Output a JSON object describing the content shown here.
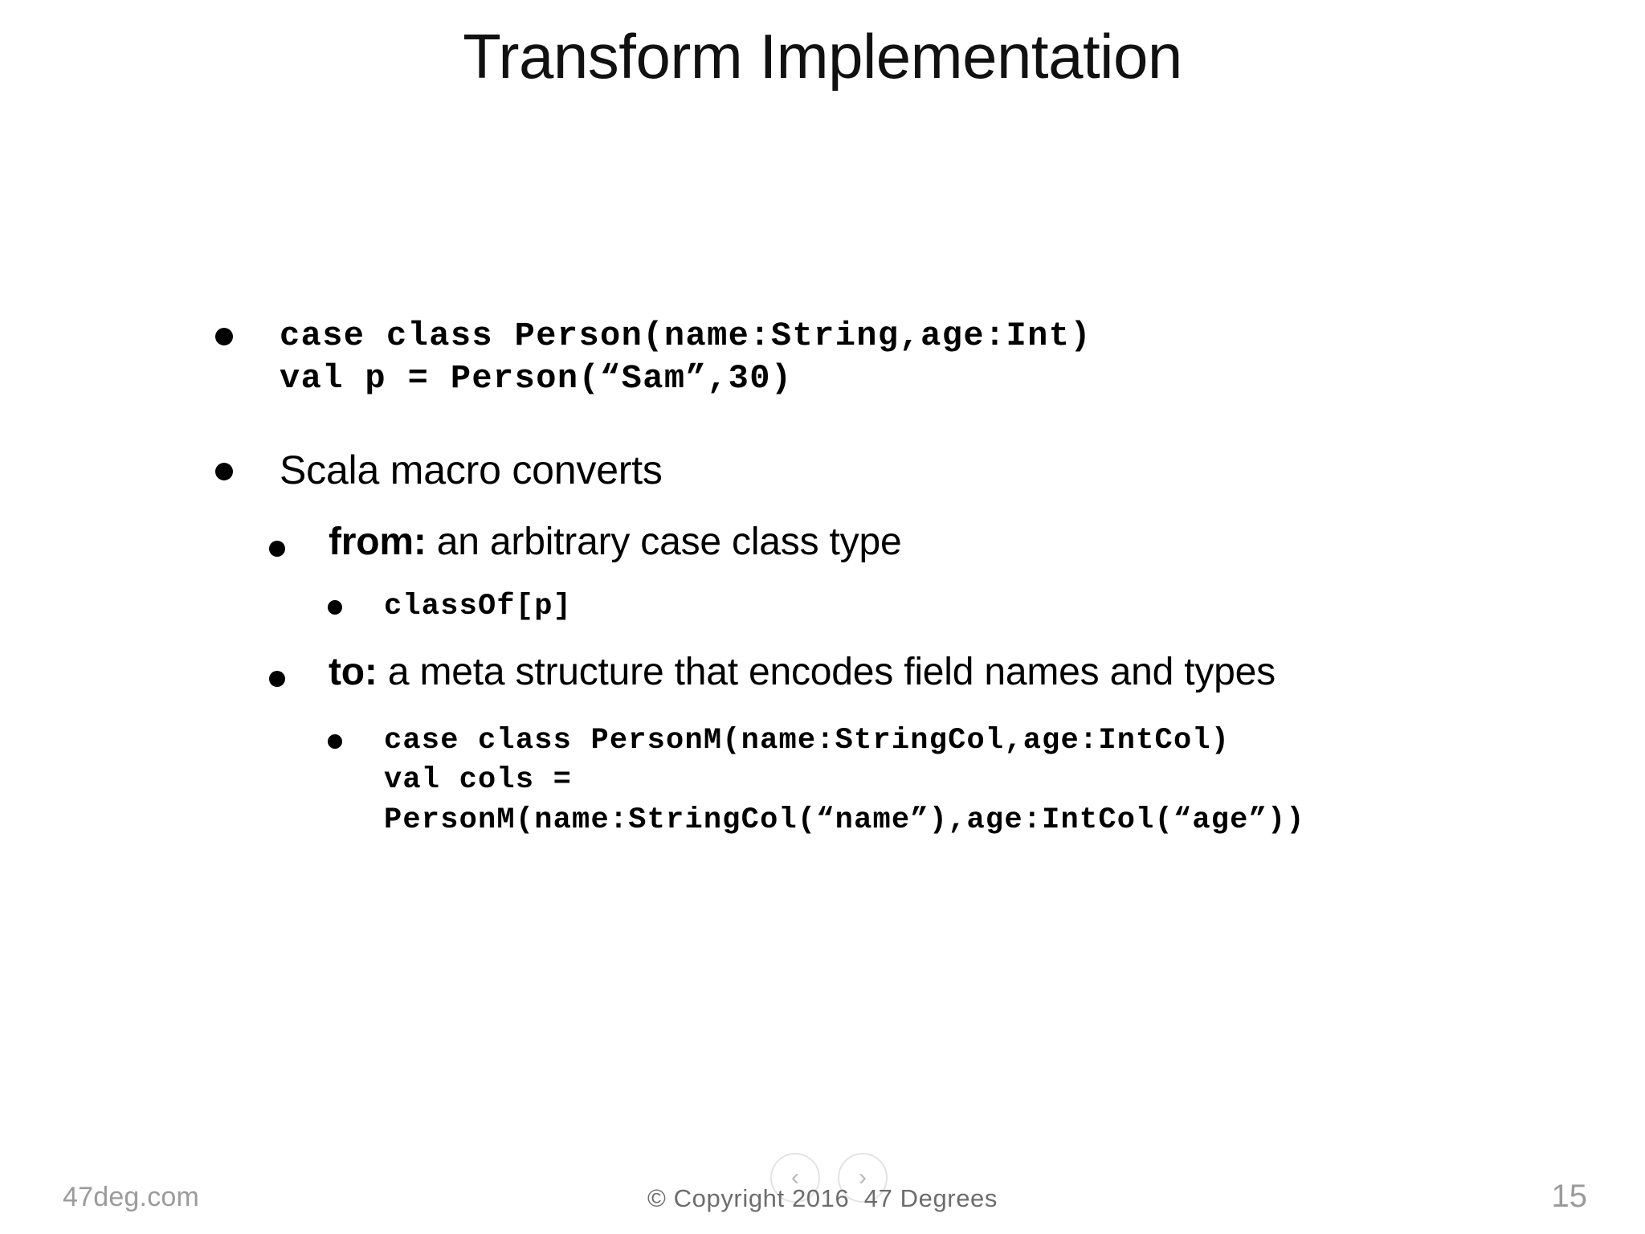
{
  "slide": {
    "title": "Transform Implementation",
    "page_number": "15",
    "background_color": "#ffffff",
    "text_color": "#000000",
    "footer_text_color": "#9b9b9b"
  },
  "content": {
    "bullets": [
      {
        "level": 1,
        "style": "code",
        "text": "case class Person(name:String,age:Int)\nval p = Person(“Sam”,30)"
      },
      {
        "level": 1,
        "style": "text",
        "text": "Scala macro converts"
      },
      {
        "level": 2,
        "style": "text",
        "lead": "from:",
        "text": " an arbitrary case class type"
      },
      {
        "level": 3,
        "style": "code",
        "text": "classOf[p]"
      },
      {
        "level": 2,
        "style": "text",
        "lead": "to:",
        "text": " a meta structure that encodes field names and types"
      },
      {
        "level": 3,
        "style": "code",
        "text": "case class PersonM(name:StringCol,age:IntCol)\nval cols =\nPersonM(name:StringCol(“name”),age:IntCol(“age”))"
      }
    ]
  },
  "footer": {
    "site": "47deg.com",
    "copyright": "© Copyright 2016  47 Degrees",
    "page": "15",
    "nav": {
      "prev_label": "‹",
      "next_label": "›"
    }
  }
}
